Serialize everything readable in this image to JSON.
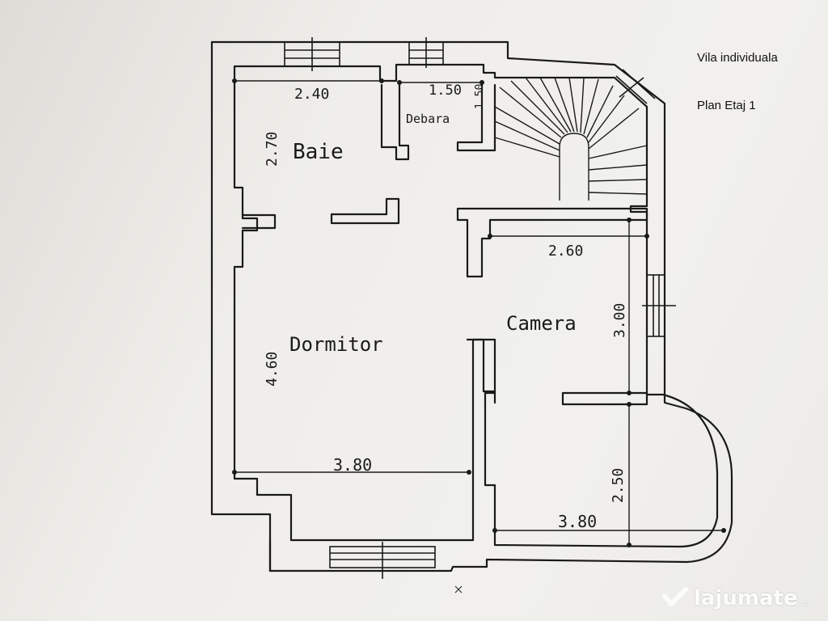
{
  "captions": {
    "title": "Vila individuala",
    "subtitle": "Plan Etaj 1"
  },
  "rooms": {
    "baie": "Baie",
    "debara": "Debara",
    "dormitor": "Dormitor",
    "camera": "Camera"
  },
  "dimensions": {
    "baie_width": "2.40",
    "baie_height": "2.70",
    "debara_width": "1.50",
    "debara_height": "1.50",
    "camera_width": "2.60",
    "camera_height": "3.00",
    "dormitor_height": "4.60",
    "dormitor_width": "3.80",
    "balcony_height": "2.50",
    "balcony_width": "3.80"
  },
  "watermark": {
    "brand": "lajumate",
    "tld": ".ro"
  },
  "colors": {
    "ink": "#1a1a1a",
    "paper": "#efeeea",
    "watermark": "#ffffff"
  }
}
